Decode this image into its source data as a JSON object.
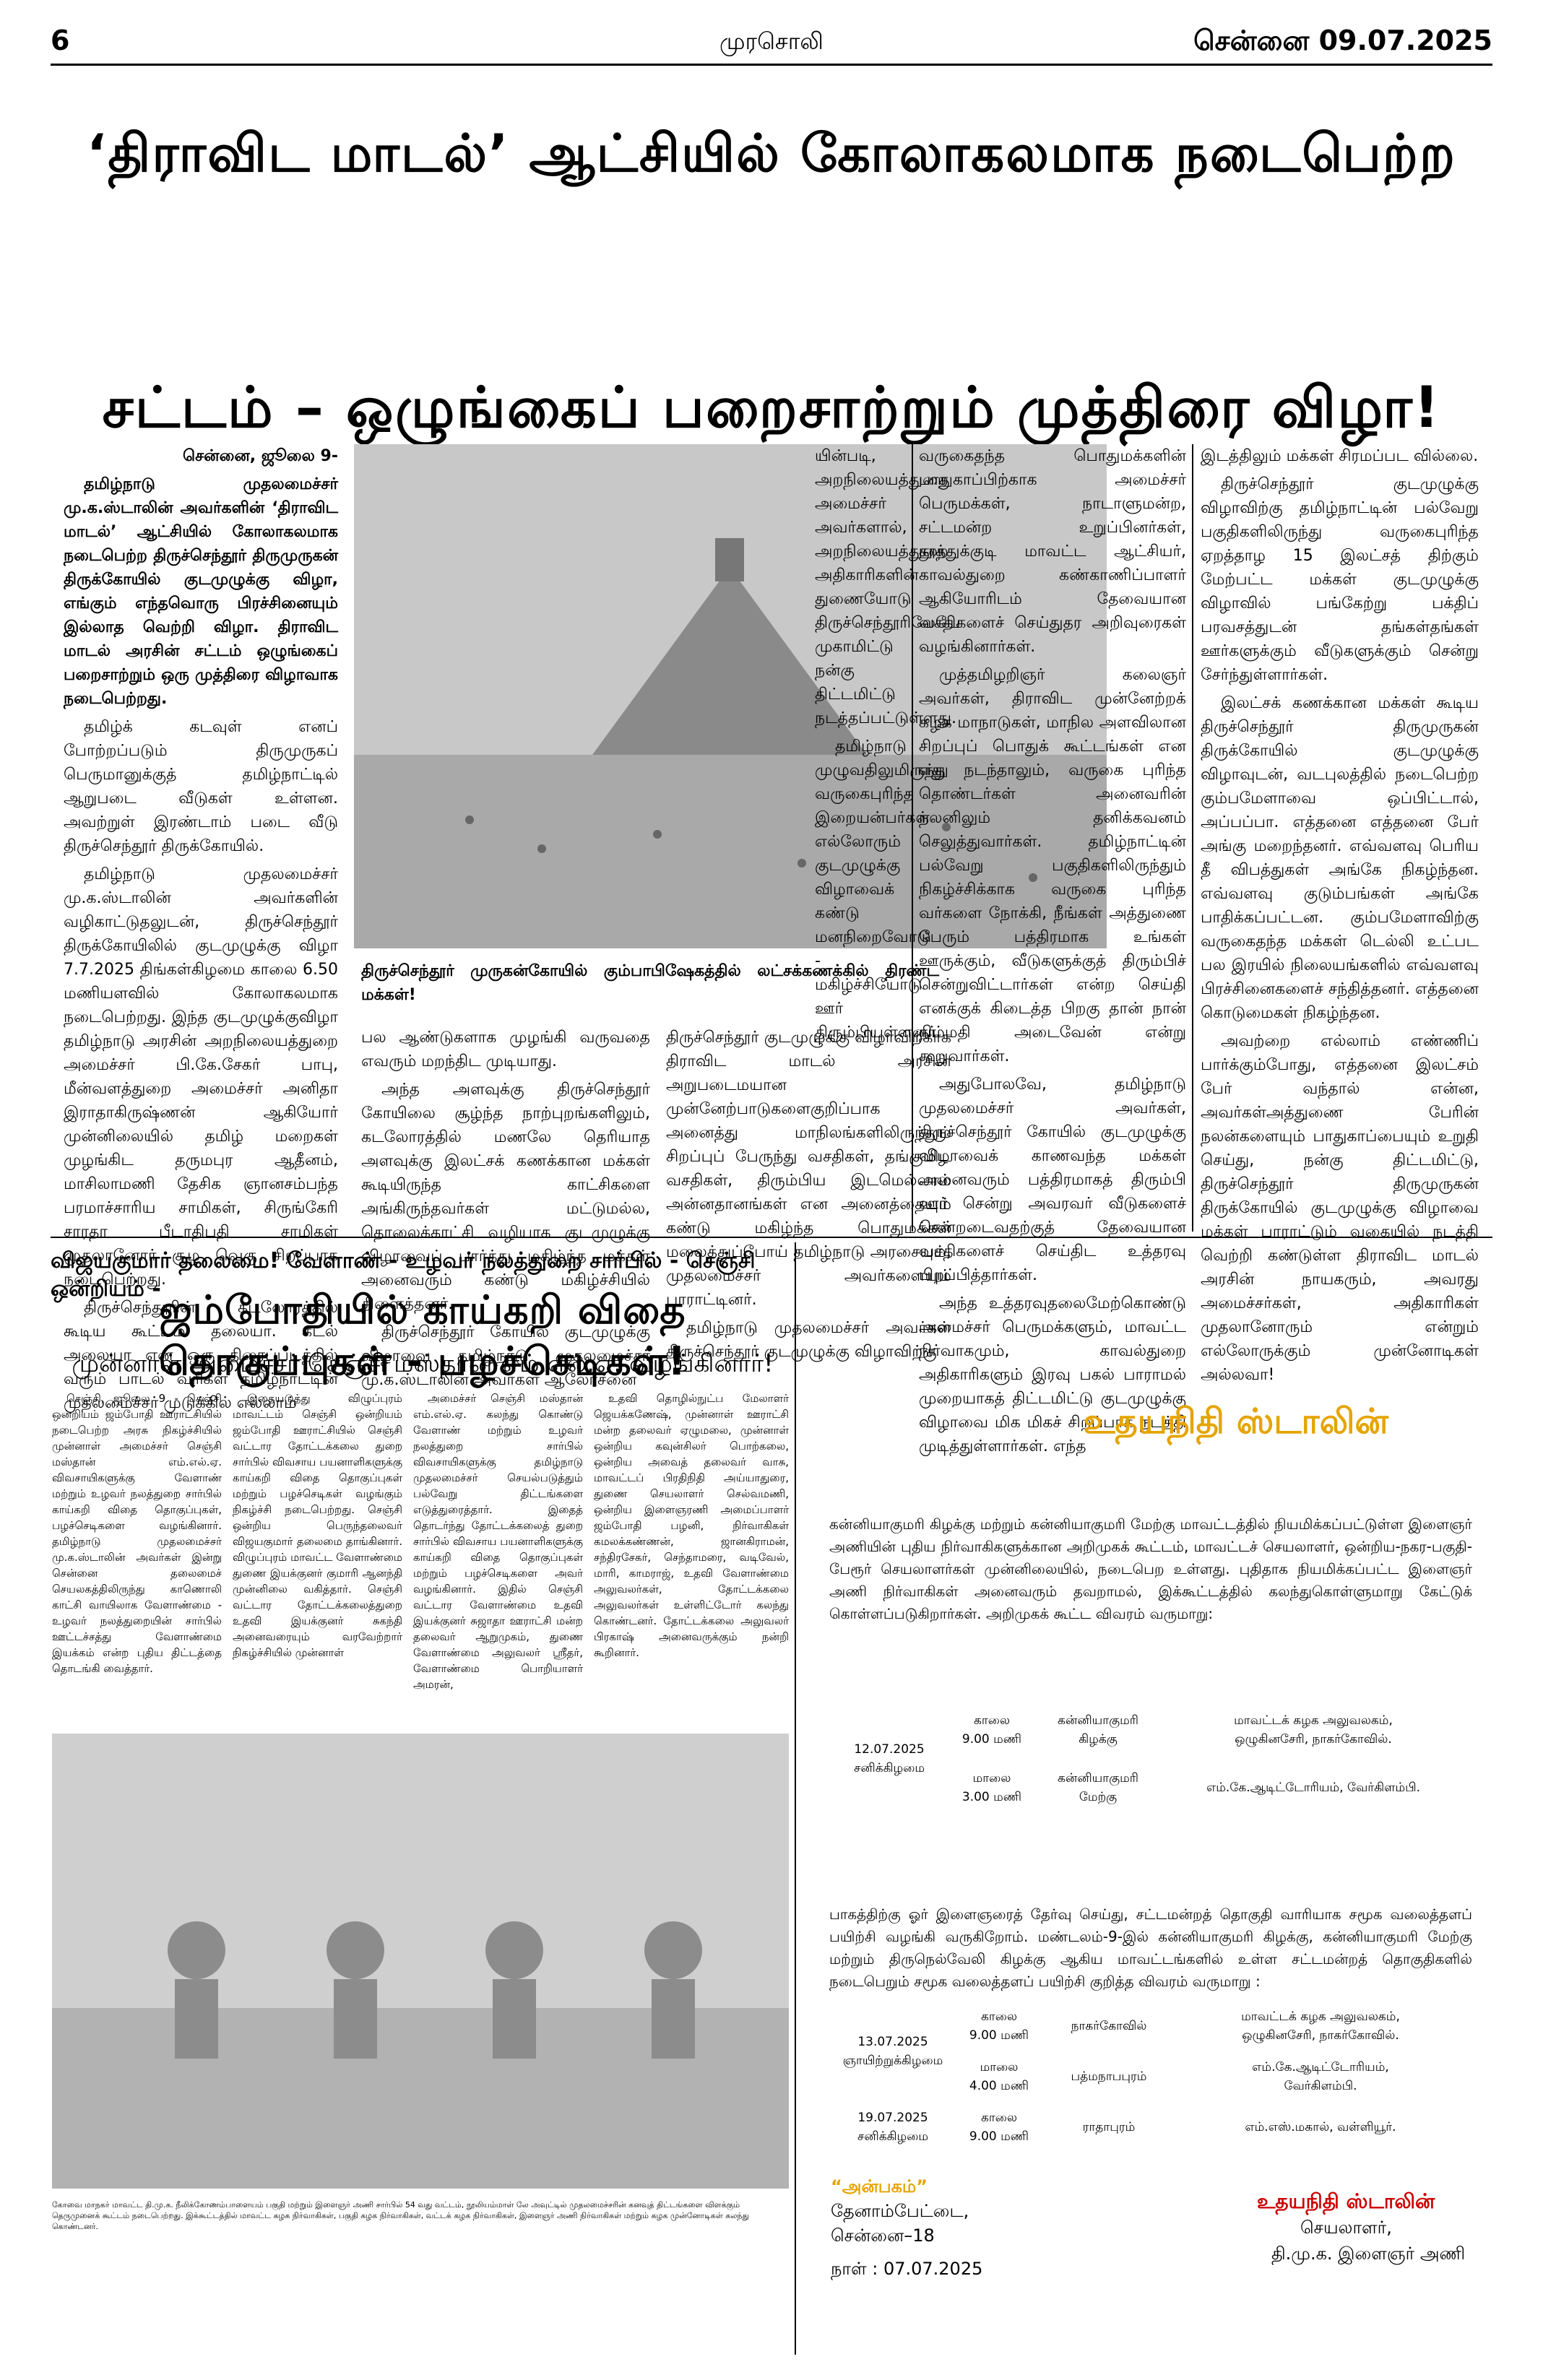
{
  "masthead": {
    "page_number": "6",
    "paper_name": "முரசொலி",
    "date_line": "சென்னை 09.07.2025"
  },
  "lead": {
    "headline_top": "‘திராவிட மாடல்’ ஆட்சியில் கோலாகலமாக நடைபெற்ற",
    "headline_main": "சட்டம் – ஒழுங்கைப் பறைசாற்றும் முத்திரை விழா!",
    "dateline": "சென்னை, ஜூலை 9-",
    "intro": "தமிழ்நாடு முதலமைச்சர் மு.க.ஸ்டாலின் அவர்களின் ‘திராவிட மாடல்’ ஆட்சியில் கோலாகலமாக நடைபெற்ற திருச்செந்தூர் திருமுருகன் திருக்கோயில் குடமுழுக்கு விழா, எங்கும் எந்தவொரு பிரச்சினையும் இல்லாத வெற்றி விழா. திராவிட மாடல் அரசின் சட்டம் ஒழுங்கைப் பறைசாற்றும் ஒரு முத்திரை விழாவாக நடைபெற்றது.",
    "col1_paras": [
      "தமிழ்க் கடவுள் எனப் போற்றப்படும் திருமுருகப் பெருமானுக்குத் தமிழ்நாட்டில் ஆறுபடை வீடுகள் உள்ளன. அவற்றுள் இரண்டாம் படை வீடு திருச்செந்தூர் திருக்கோயில்.",
      "தமிழ்நாடு முதலமைச்சர் மு.க.ஸ்டாலின் அவர்களின் வழிகாட்டுதலுடன், திருச்செந்தூர் திருக்கோயிலில் குடமுழுக்கு விழா 7.7.2025 திங்கள்கிழமை காலை 6.50 மணியளவில் கோலாகலமாக நடைபெற்றது. இந்த குடமுழுக்குவிழா தமிழ்நாடு அரசின் அறநிலையத்துறை அமைச்சர் பி.கே.சேகர் பாபு, மீன்வளத்துறை அமைச்சர் அனிதா இராதாகிருஷ்ணன் ஆகியோர் முன்னிலையில் தமிழ் மறைகள் முழங்கிட தருமபுர ஆதீனம், மாசிலாமணி தேசிக ஞானசம்பந்த பரமாச்சாரிய சாமிகள், சிருங்கேரி சாரதா பீடாதிபதி சாமிகள் முதலானோர் சூழ வெகு சிறப்பாக நடைபெற்றது.",
      "திருச்செந்தூரின் கடலோரத்தில் கூடிய கூட்டம் தலையா. கடல் அலையா என ஒரு திரைப்படத்தில் வரும் பாடல் வரிகள் தமிழ்நாட்டின் முதலமைச்சர் முடுக்கில் எல்லாம்"
    ],
    "photo_caption": "திருச்செந்தூர் முருகன்கோயில் கும்பாபிஷேகத்தில் லட்சக்கணக்கில் திரண்ட மக்கள்!",
    "col2_paras": [
      "பல ஆண்டுகளாக முழங்கி வருவதை எவரும் மறந்திட முடியாது.",
      "அந்த அளவுக்கு திருச்செந்தூர் கோயிலை சூழ்ந்த நாற்புறங்களிலும், கடலோரத்தில் மணலே தெரியாத அளவுக்கு இலட்சக் கணக்கான மக்கள் கூடியிருந்த காட்சிகளை அங்கிருந்தவர்கள் மட்டுமல்ல, தொலைக்காட்சி வழியாக குடமுழுக்கு விழாவைப் பார்த்து மகிழ்ந்த மக்கள் அனைவரும் கண்டு மகிழ்ச்சியில் திளைத்தனர்.",
      "திருச்செந்தூர் கோயில் குடமுழுக்கு விழாவை தமிழ்நாடு முதலமைச்சர் மு.க.ஸ்டாலின் அவர்கள் ஆலோசனை"
    ],
    "col3a_paras": [
      "யின்படி, அறநிலையத்துறை அமைச்சர் அவர்களால், அறநிலையத்துறை அதிகாரிகளின் துணையோடு திருச்செந்தூரிலேயே முகாமிட்டு நன்கு திட்டமிட்டு நடத்தப்பட்டுள்ளது.",
      "தமிழ்நாடு முழுவதிலுமிருந்து வருகைபுரிந்த இறையன்பர்கள் எல்லோரும் குடமுழுக்கு விழாவைக் கண்டு மனநிறைவோடு - மகிழ்ச்சியோடு ஊர் திரும்பியுள்ளனர்.",
      "திருச்செந்தூர் குடமுழுக்கு விழாவிற்காக திராவிட மாடல் அரசின் அறுபடைமயான முன்னேற்பாடுகளைகுறிப்பாக அனைத்து மாநிலங்களிலிருந்தும் சிறப்புப் பேருந்து வசதிகள், தங்குமிட வசதிகள், திரும்பிய இடமெல்லாம் அன்னதானங்கள் என அனைத்தையும் கண்டு மகிழ்ந்த பொதுமக்கள் மலைத்துப்போய் தமிழ்நாடு அரசையும், முதலமைச்சர் அவர்களையும் பாராட்டினர்.",
      "தமிழ்நாடு முதலமைச்சர் அவர்கள் திருச்செந்தூர் குடமுழுக்கு விழாவிற்கு"
    ],
    "col4_paras": [
      "வருகைதந்த பொதுமக்களின் பாதுகாப்பிற்காக அமைச்சர் பெருமக்கள், நாடாளுமன்ற, சட்டமன்ற உறுப்பினர்கள், தூத்துக்குடி மாவட்ட ஆட்சியர், காவல்துறை கண்காணிப்பாளர் ஆகியோரிடம் தேவையான வசதிகளைச் செய்துதர அறிவுரைகள் வழங்கினார்கள்.",
      "முத்தமிழறிஞர் கலைஞர் அவர்கள், திராவிட முன்னேற்றக் கழக மாநாடுகள், மாநில அளவிலான சிறப்புப் பொதுக் கூட்டங்கள் என எது நடந்தாலும், வருகை புரிந்த தொண்டர்கள் அனைவரின் நலனிலும் தனிக்கவனம் செலுத்துவார்கள். தமிழ்நாட்டின் பல்வேறு பகுதிகளிலிருந்தும் நிகழ்ச்சிக்காக வருகை புரிந்த வர்களை நோக்கி, நீங்கள் அத்துணை பேரும் பத்திரமாக உங்கள் ஊருக்கும், வீடுகளுக்குத் திரும்பிச் சென்றுவிட்டார்கள் என்ற செய்தி எனக்குக் கிடைத்த பிறகு தான் நான் நிம்மதி அடைவேன் என்று கூறுவார்கள்.",
      "அதுபோலவே, தமிழ்நாடு முதலமைச்சர் அவர்கள், திருச்செந்தூர் கோயில் குடமுழுக்கு விழாவைக் காணவந்த மக்கள் அனைவரும் பத்திரமாகத் திரும்பி ஊர் சென்று அவரவர் வீடுகளைச் சென்றடைவதற்குத் தேவையான வசதிகளைச் செய்திட உத்தரவு பிறப்பித்தார்கள்.",
      "அந்த உத்தரவுதலைமேற்கொண்டு அமைச்சர் பெருமக்களும், மாவட்ட நிர்வாகமும், காவல்துறை அதிகாரிகளும் இரவு பகல் பாராமல் முறையாகத் திட்டமிட்டு குடமுழுக்கு விழாவை மிக மிகச் சிறப்பாக நடத்தி முடித்துள்ளார்கள். எந்த"
    ],
    "col5_paras": [
      "இடத்திலும் மக்கள் சிரமப்பட வில்லை.",
      "திருச்செந்தூர் குடமுழுக்கு விழாவிற்கு தமிழ்நாட்டின் பல்வேறு பகுதிகளிலிருந்து வருகைபுரிந்த ஏறத்தாழ 15 இலட்சத் திற்கும் மேற்பட்ட மக்கள் குடமுழுக்கு விழாவில் பங்கேற்று பக்திப் பரவசத்துடன் தங்கள்தங்கள் ஊர்களுக்கும் வீடுகளுக்கும் சென்று சேர்ந்துள்ளார்கள்.",
      "இலட்சக் கணக்கான மக்கள் கூடிய திருச்செந்தூர் திருமுருகன் திருக்கோயில் குடமுழுக்கு விழாவுடன், வடபுலத்தில் நடைபெற்ற கும்பமேளாவை ஒப்பிட்டால், அப்பப்பா. எத்தனை எத்தனை பேர் அங்கு மறைந்தனர். எவ்வளவு பெரிய தீ விபத்துகள் அங்கே நிகழ்ந்தன. எவ்வளவு குடும்பங்கள் அங்கே பாதிக்கப்பட்டன. கும்பமேளாவிற்கு வருகைதந்த மக்கள் டெல்லி உட்பட பல இரயில் நிலையங்களில் எவ்வளவு பிரச்சினைகளைச் சந்தித்தனர். எத்தனை கொடுமைகள் நிகழ்ந்தன.",
      "அவற்றை எல்லாம் எண்ணிப் பார்க்கும்போது, எத்தனை இலட்சம் பேர் வந்தால் என்ன, அவர்கள்அத்துணை பேரின் நலன்களையும் பாதுகாப்பையும் உறுதி செய்து, நன்கு திட்டமிட்டு, திருச்செந்தூர் திருமுருகன் திருக்கோயில் குடமுழுக்கு விழாவை மக்கள் பாராட்டும் வகையில் நடத்தி வெற்றி கண்டுள்ள திராவிட மாடல் அரசின் நாயகரும், அவரது அமைச்சர்கள், அதிகாரிகள் முதலானோரும் என்றும் எல்லோருக்கும் முன்னோடிகள் அல்லவா!"
    ]
  },
  "second": {
    "kicker": "விஜயகுமார் தலைமை! வேளாண் - உழவர் நலத்துறை சார்பில் - செஞ்சி ஒன்றியம் -",
    "headline": "ஜம்போதியில் காய்கறி விதை தொகுப்புகள் - பழச்செடிகள்!",
    "subhead": "முன்னாள் அமைச்சர் செஞ்சி மஸ்தான் எம்.எல்.ஏ. வழங்கினார்!",
    "cols": [
      "செஞ்சி, ஜூலை 9 - செஞ்சி ஒன்றியம் ஜம்போதி ஊராட்சியில் நடைபெற்ற அரசு நிகழ்ச்சியில் முன்னாள் அமைச்சர் செஞ்சி மஸ்தான் எம்.எல்.ஏ. விவசாயிகளுக்கு வேளாண் மற்றும் உழவர் நலத்துறை சார்பில் காய்கறி விதை தொகுப்புகள், பழச்செடிகளை வழங்கினார். தமிழ்நாடு முதலமைச்சர் மு.க.ஸ்டாலின் அவர்கள் இன்று சென்னை தலைமைச் செயலகத்திலிருந்து காணொலி காட்சி வாயிலாக வேளாண்மை - உழவர் நலத்துறையின் சார்பில் ஊட்டச்சத்து வேளாண்மை இயக்கம் என்ற புதிய திட்டத்தை தொடங்கி வைத்தார்.",
      "இதையடுத்து விழுப்புரம் மாவட்டம் செஞ்சி ஒன்றியம் ஜம்போதி ஊராட்சியில் செஞ்சி வட்டார தோட்டக்கலை துறை சார்பில் விவசாய பயனாளிகளுக்கு காய்கறி விதை தொகுப்புகள் மற்றும் பழச்செடிகள் வழங்கும் நிகழ்ச்சி நடைபெற்றது. செஞ்சி ஒன்றிய பெருந்தலைவர் விஜயகுமார் தலைமை தாங்கினார். விழுப்புரம் மாவட்ட வேளாண்மை துணை இயக்குனர் குமாரி ஆனந்தி முன்னிலை வகித்தார். செஞ்சி வட்டார தோட்டக்கலைத்துறை உதவி இயக்குனர் சுகந்தி அனைவரையும் வரவேற்றார் நிகழ்ச்சியில் முன்னாள்",
      "அமைச்சர் செஞ்சி மஸ்தான் எம்.எல்.ஏ. கலந்து கொண்டு வேளாண் மற்றும் உழவர் நலத்துறை சார்பில் விவசாயிகளுக்கு தமிழ்நாடு முதலமைச்சர் செயல்படுத்தும் பல்வேறு திட்டங்களை எடுத்துரைத்தார். இதைத் தொடர்ந்து தோட்டக்கலைத் துறை சார்பில் விவசாய பயனாளிகளுக்கு காய்கறி விதை தொகுப்புகள் மற்றும் பழச்செடிகளை அவர் வழங்கினார். இதில் செஞ்சி வட்டார வேளாண்மை உதவி இயக்குனர் சுஜாதா ஊராட்சி மன்ற தலைவர் ஆறுமுகம், துணை வேளாண்மை அலுவலர் ஸ்ரீதர், வேளாண்மை பொறியாளர் அமரன்,",
      "உதவி தொழில்நுட்ப மேலாளர் ஜெயக்கணேஷ், முன்னாள் ஊராட்சி மன்ற தலைவர் ஏழுமலை, முன்னாள் ஒன்றிய கவுன்சிலர் பொற்கலை, ஒன்றிய அவைத் தலைவர் வாசு, மாவட்டப் பிரதிநிதி அய்யாதுரை, துணை செயலாளர் செல்வமணி, ஒன்றிய இளைஞரணி அமைப்பாளர் ஜம்போதி பழனி, நிர்வாகிகள் கமலக்கண்ணன், ஜானகிராமன், சந்திரசேகர், செந்தாமரை, வடிவேல், மாரி, காமராஜ், உதவி வேளாண்மை அலுவலர்கள், தோட்டக்கலை அலுவலர்கள் உள்ளிட்டோர் கலந்து கொண்டனர். தோட்டக்கலை அலுவலர் பிரகாஷ் அனைவருக்கும் நன்றி கூறினார்."
    ]
  },
  "ad": {
    "name": "உதயநிதி ஸ்டாலின்",
    "body1": "கன்னியாகுமரி கிழக்கு மற்றும் கன்னியாகுமரி மேற்கு மாவட்டத்தில் நியமிக்கப்பட்டுள்ள இளைஞர் அணியின் புதிய நிர்வாகிகளுக்கான அறிமுகக் கூட்டம், மாவட்டச் செயலாளர், ஒன்றிய-நகர-பகுதி-பேரூர் செயலாளர்கள் முன்னிலையில், நடைபெற உள்ளது. புதிதாக நியமிக்கப்பட்ட இளைஞர் அணி நிர்வாகிகள் அனைவரும் தவறாமல், இக்கூட்டத்தில் கலந்துகொள்ளுமாறு கேட்டுக் கொள்ளப்படுகிறார்கள். அறிமுகக் கூட்ட விவரம் வருமாறு:",
    "sched1": [
      {
        "date": "12.07.2025",
        "day": "சனிக்கிழமை",
        "t1": "காலை",
        "t1b": "9.00 மணி",
        "p1": "கன்னியாகுமரி",
        "p1b": "கிழக்கு",
        "v1": "மாவட்டக் கழக அலுவலகம்,",
        "v1b": "ஒழுகினசேரி, நாகர்கோவில்.",
        "t2": "மாலை",
        "t2b": "3.00 மணி",
        "p2": "கன்னியாகுமரி",
        "p2b": "மேற்கு",
        "v2": "எம்.கே.ஆடிட்டோரியம், வேர்கிளம்பி."
      }
    ],
    "body2": "பாகத்திற்கு ஓர் இளைஞரைத் தேர்வு செய்து, சட்டமன்றத் தொகுதி வாரியாக சமூக வலைத்தளப் பயிற்சி வழங்கி வருகிறோம். மண்டலம்-9-இல் கன்னியாகுமரி கிழக்கு, கன்னியாகுமரி மேற்கு மற்றும் திருநெல்வேலி கிழக்கு ஆகிய மாவட்டங்களில் உள்ள சட்டமன்றத் தொகுதிகளில் நடைபெறும் சமூக வலைத்தளப் பயிற்சி குறித்த விவரம் வருமாறு :",
    "sched2": [
      {
        "date": "13.07.2025",
        "day": "ஞாயிற்றுக்கிழமை",
        "time": "காலை",
        "timeb": "9.00 மணி",
        "place": "நாகர்கோவில்",
        "venue": "மாவட்டக் கழக அலுவலகம்,",
        "venueb": "ஒழுகினசேரி, நாகர்கோவில்."
      },
      {
        "date": "",
        "day": "",
        "time": "மாலை",
        "timeb": "4.00 மணி",
        "place": "பத்மநாபபுரம்",
        "venue": "எம்.கே.ஆடிட்டோரியம்,",
        "venueb": "வேர்கிளம்பி."
      },
      {
        "date": "19.07.2025",
        "day": "சனிக்கிழமை",
        "time": "காலை",
        "timeb": "9.00 மணி",
        "place": "ராதாபுரம்",
        "venue": "எம்.எஸ்.மகால், வள்ளியூர்.",
        "venueb": ""
      }
    ],
    "addr_name": "“அன்பகம்”",
    "addr1": "தேனாம்பேட்டை,",
    "addr2": "சென்னை–18",
    "addr_date": "நாள் : 07.07.2025",
    "sign_name": "உதயநிதி ஸ்டாலின்",
    "sign_role": "செயலாளர்,",
    "sign_org": "தி.மு.க. இளைஞர் அணி"
  },
  "caption_small": "கோவை மாநகர் மாவட்ட தி.மு.க. நீலிக்கோணம்பாளையம் பகுதி மற்றும் இளைஞர் அணி சார்பில் 54 வது வட்டம், நூலியம்மாள் லே அவுட்டில் முதலமைச்சரின் கனவுத் திட்டங்களை விளக்கும் தெருமுனைக் கூட்டம் நடைபெற்றது. இக்கூட்டத்தில் மாவட்ட கழக நிர்வாகிகள், பகுதி கழக நிர்வாகிகள், வட்டக் கழக நிர்வாகிகள், இளைஞர் அணி நிர்வாகிகள் மற்றும் கழக முன்னோடிகள் கலந்து கொண்டனர்."
}
